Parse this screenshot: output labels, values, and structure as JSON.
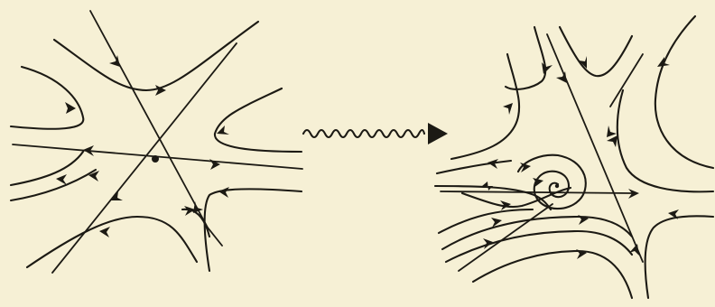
{
  "figure": {
    "left_panel": {
      "name": "degenerate-saddle-phase-portrait",
      "critical_points": 1,
      "separatrices": 6
    },
    "transition": {
      "arrow": "wavy-right-arrow"
    },
    "right_panel": {
      "name": "perturbed-phase-portrait",
      "saddles": 3,
      "foci": 1
    },
    "colors": {
      "paper": "#f6f0d5",
      "ink": "#1c1a14"
    }
  }
}
